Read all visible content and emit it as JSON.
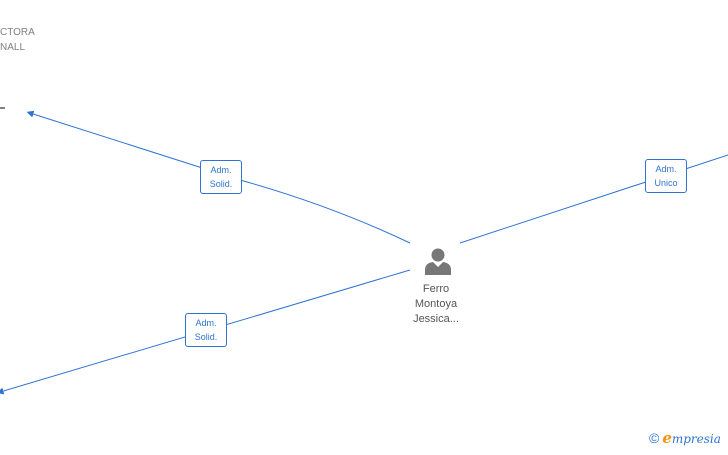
{
  "companies": [
    {
      "label": "CTORA\nNALL"
    }
  ],
  "roles": [
    {
      "line1": "Adm.",
      "line2": "Solid."
    },
    {
      "line1": "Adm.",
      "line2": "Unico"
    },
    {
      "line1": "Adm.",
      "line2": "Solid."
    }
  ],
  "person": {
    "name_line1": "Ferro",
    "name_line2": "Montoya",
    "name_line3": "Jessica..."
  },
  "footer": {
    "copyright": "©",
    "brand_initial": "e",
    "brand_rest": "mpresia"
  },
  "colors": {
    "edge": "#2f74d0",
    "node_text": "#555555",
    "company_text": "#808080",
    "brand_e": "#f39200"
  }
}
